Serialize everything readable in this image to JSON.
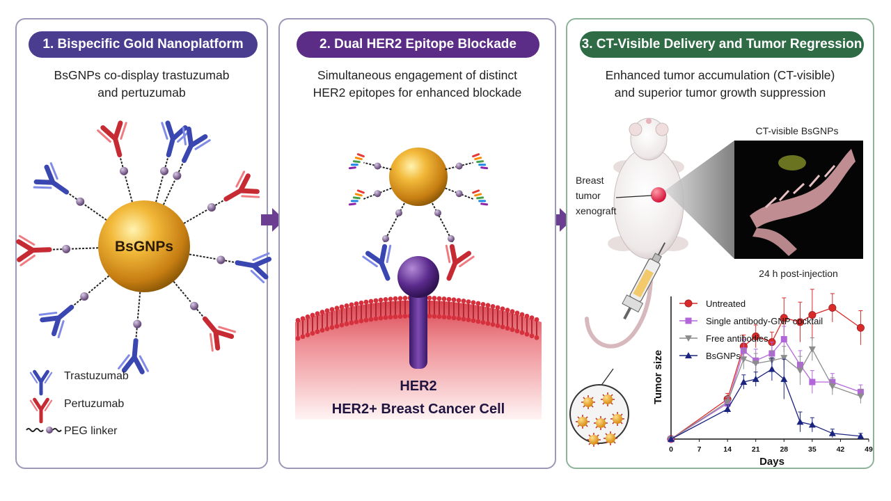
{
  "panels": [
    {
      "title": "1. Bispecific Gold Nanoplatform",
      "subtitle_lines": [
        "BsGNPs co-display trastuzumab",
        "and pertuzumab"
      ],
      "core_label": "BsGNPs",
      "legend": [
        "Trastuzumab",
        "Pertuzumab",
        "PEG linker"
      ]
    },
    {
      "title": "2. Dual HER2 Epitope Blockade",
      "subtitle_lines": [
        "Simultaneous engagement of distinct",
        "HER2 epitopes for enhanced blockade"
      ],
      "receptor_label": "HER2",
      "cell_label": "HER2+ Breast Cancer Cell"
    },
    {
      "title": "3. CT-Visible Delivery and Tumor Regression",
      "subtitle_lines": [
        "Enhanced tumor accumulation (CT-visible)",
        "and superior tumor growth suppression"
      ],
      "ct_title": "CT-visible BsGNPs",
      "ct_caption": "24 h post-injection",
      "tumor_label_lines": [
        "Breast",
        "tumor",
        "xenograft"
      ]
    }
  ],
  "colors": {
    "panel1_title_bg": "#4a3d8f",
    "panel2_title_bg": "#5c2d86",
    "panel3_title_bg": "#2f6b45",
    "arrow": "#6b3e91",
    "trastuzumab": "#4a58c4",
    "pertuzumab": "#d2343d",
    "gold": "#e2a024"
  },
  "chart_data": {
    "type": "line",
    "ylabel": "Tumor size",
    "xlabel": "Days",
    "x_ticks": [
      0,
      7,
      14,
      21,
      28,
      35,
      42,
      49
    ],
    "xlim": [
      0,
      49
    ],
    "ylim": [
      0,
      100
    ],
    "legend_position": "top-left",
    "series": [
      {
        "name": "Untreated",
        "color": "#d92a2a",
        "marker": "circle",
        "x": [
          0,
          14,
          18,
          21,
          25,
          28,
          32,
          35,
          40,
          47
        ],
        "y": [
          0,
          28,
          65,
          72,
          68,
          85,
          82,
          87,
          92,
          78
        ],
        "err": [
          0,
          4,
          8,
          8,
          7,
          14,
          14,
          18,
          10,
          12
        ]
      },
      {
        "name": "Single antibody-GNP cocktail",
        "color": "#b366d9",
        "marker": "square",
        "x": [
          0,
          14,
          18,
          21,
          25,
          28,
          32,
          35,
          40,
          47
        ],
        "y": [
          0,
          25,
          62,
          55,
          60,
          70,
          52,
          40,
          40,
          33
        ],
        "err": [
          0,
          4,
          8,
          8,
          8,
          9,
          10,
          8,
          6,
          5
        ]
      },
      {
        "name": "Free antibodies",
        "color": "#8c8c8c",
        "marker": "triangle-down",
        "x": [
          0,
          14,
          18,
          21,
          25,
          28,
          32,
          35,
          40,
          47
        ],
        "y": [
          0,
          26,
          56,
          53,
          55,
          57,
          48,
          63,
          37,
          30
        ],
        "err": [
          0,
          4,
          7,
          7,
          7,
          8,
          10,
          8,
          6,
          5
        ]
      },
      {
        "name": "BsGNPs",
        "color": "#1a237e",
        "marker": "triangle-up",
        "x": [
          0,
          14,
          18,
          21,
          25,
          28,
          32,
          35,
          40,
          47
        ],
        "y": [
          0,
          21,
          40,
          42,
          49,
          42,
          12,
          10,
          4,
          2
        ],
        "err": [
          0,
          3,
          5,
          5,
          8,
          14,
          7,
          5,
          3,
          2
        ]
      }
    ]
  }
}
